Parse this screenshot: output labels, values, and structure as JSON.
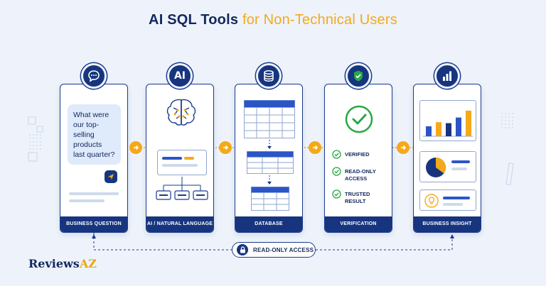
{
  "title": {
    "part1": "AI SQL Tools",
    "part2": "for Non-Technical Users"
  },
  "steps": [
    {
      "label": "BUSINESS QUESTION",
      "icon": "chat-bubble-icon"
    },
    {
      "label": "AI / NATURAL LANGUAGE",
      "icon": "ai-icon",
      "badge_text": "AI"
    },
    {
      "label": "DATABASE",
      "icon": "database-icon"
    },
    {
      "label": "VERIFICATION",
      "icon": "shield-check-icon"
    },
    {
      "label": "BUSINESS INSIGHT",
      "icon": "bar-chart-icon"
    }
  ],
  "question": {
    "text": "What were our top-selling products last quarter?"
  },
  "verification": {
    "items": [
      "VERIFIED",
      "READ-ONLY ACCESS",
      "TRUSTED RESULT"
    ]
  },
  "insight": {
    "bars": [
      0.32,
      0.45,
      0.42,
      0.6,
      0.82
    ],
    "bar_colors": [
      "#2b55c7",
      "#f4a91b",
      "#17357f",
      "#2b55c7",
      "#f4a91b"
    ],
    "pie_fraction": 0.35
  },
  "access": {
    "label": "READ-ONLY ACCESS"
  },
  "brand": {
    "part1": "Reviews",
    "part2": "AZ"
  },
  "colors": {
    "navy": "#17357f",
    "accent": "#f4a91b",
    "check": "#27a844",
    "bg": "#eef3fb"
  }
}
